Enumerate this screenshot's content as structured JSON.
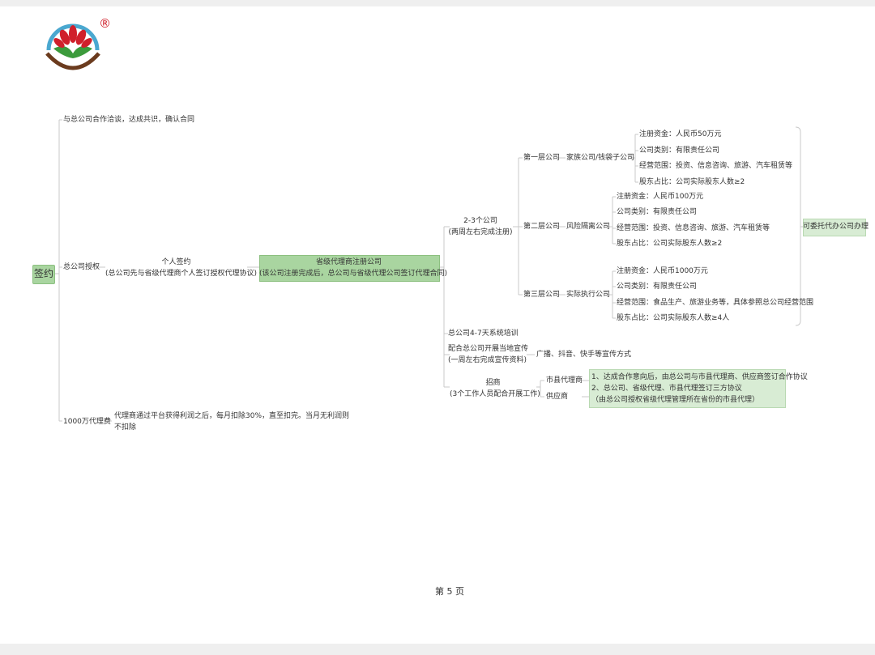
{
  "logo": {
    "registered_mark": "®"
  },
  "root": {
    "label": "签约"
  },
  "branches": {
    "negotiate": "与总公司合作洽谈，达成共识，确认合同",
    "authorization": "总公司授权",
    "personal_sign": {
      "line1": "个人签约",
      "line2": "(总公司先与省级代理商个人签订授权代理协议)"
    },
    "register": {
      "line1": "省级代理商注册公司",
      "line2": "(该公司注册完成后，总公司与省级代理公司签订代理合同)"
    },
    "fee": {
      "label": "1000万代理费",
      "desc_line1": "代理商通过平台获得利润之后，每月扣除30%，直至扣完。当月无利润则",
      "desc_line2": "不扣除"
    }
  },
  "companies": {
    "header_line1": "2-3个公司",
    "header_line2": "(两周左右完成注册)",
    "tiers": [
      {
        "tier": "第一层公司",
        "type": "家族公司/钱袋子公司",
        "details": [
          "注册资金：人民币50万元",
          "公司类别：有限责任公司",
          "经营范围：投资、信息咨询、旅游、汽车租赁等",
          "股东占比：公司实际股东人数≥2"
        ]
      },
      {
        "tier": "第二层公司",
        "type": "风险隔离公司",
        "details": [
          "注册资金：人民币100万元",
          "公司类别：有限责任公司",
          "经营范围：投资、信息咨询、旅游、汽车租赁等",
          "股东占比：公司实际股东人数≥2"
        ]
      },
      {
        "tier": "第三层公司",
        "type": "实际执行公司",
        "details": [
          "注册资金：人民币1000万元",
          "公司类别：有限责任公司",
          "经营范围：食品生产、旅游业务等，具体参照总公司经营范围",
          "股东占比：公司实际股东人数≥4人"
        ]
      }
    ],
    "entrust": "可委托代办公司办理"
  },
  "training": "总公司4-7天系统培训",
  "promotion": {
    "line1": "配合总公司开展当地宣传",
    "line2": "(一周左右完成宣传资料)",
    "method": "广播、抖音、快手等宣传方式"
  },
  "recruit": {
    "line1": "招商",
    "line2": "(3个工作人员配合开展工作)",
    "targets": [
      "市县代理商",
      "供应商"
    ],
    "notes": [
      "1、达成合作意向后，由总公司与市县代理商、供应商签订合作协议",
      "2、总公司、省级代理、市县代理签订三方协议",
      "（由总公司授权省级代理管理所在省份的市县代理）"
    ]
  },
  "footer": {
    "page_label": "第 5 页"
  }
}
